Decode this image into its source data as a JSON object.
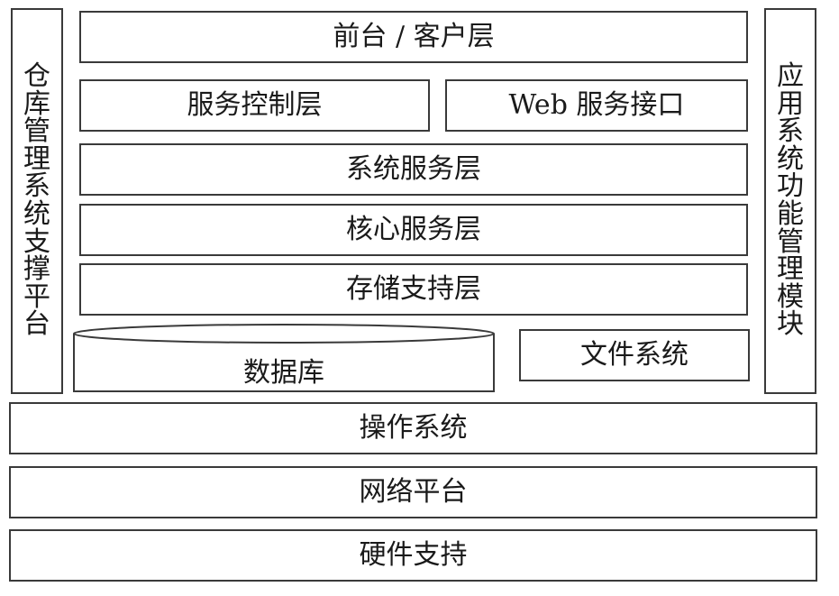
{
  "left_panel": {
    "chars": [
      "仓",
      "库",
      "管",
      "理",
      "系",
      "统",
      "支",
      "撑",
      "平",
      "台"
    ]
  },
  "right_panel": {
    "chars": [
      "应",
      "用",
      "系",
      "统",
      "功",
      "能",
      "管",
      "理",
      "模",
      "块"
    ]
  },
  "layers": {
    "frontend": "前台 / 客户层",
    "service_control": "服务控制层",
    "web_service": "Web 服务接口",
    "system_service": "系统服务层",
    "core_service": "核心服务层",
    "storage_support": "存储支持层",
    "database": "数据库",
    "file_system": "文件系统",
    "os": "操作系统",
    "network": "网络平台",
    "hardware": "硬件支持"
  },
  "colors": {
    "border": "#3a3a3a",
    "text": "#1a1a1a",
    "background": "#ffffff"
  }
}
